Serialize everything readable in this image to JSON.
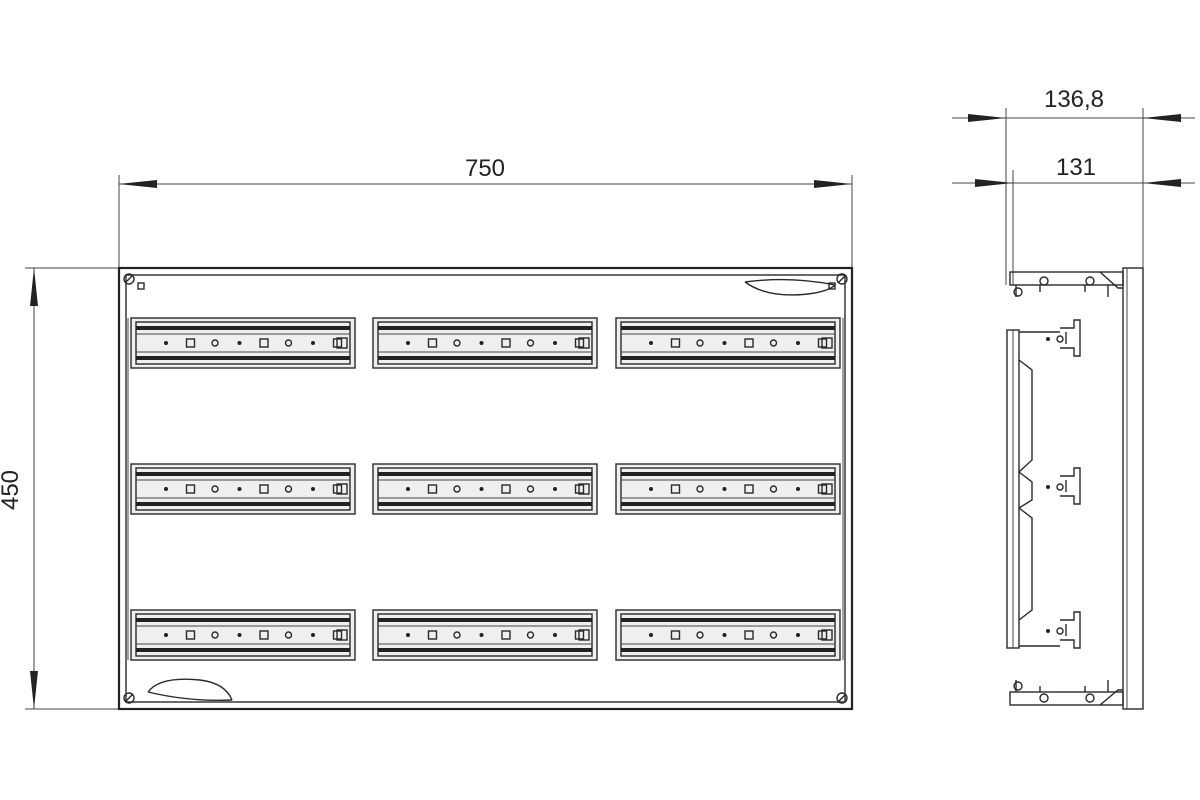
{
  "dimensions": {
    "width": "750",
    "height": "450",
    "depth_outer": "136,8",
    "depth_inner": "131"
  },
  "front_view": {
    "rows": 3,
    "rails_per_row": 3
  },
  "colors": {
    "line": "#2a2a2a",
    "background": "#ffffff"
  }
}
